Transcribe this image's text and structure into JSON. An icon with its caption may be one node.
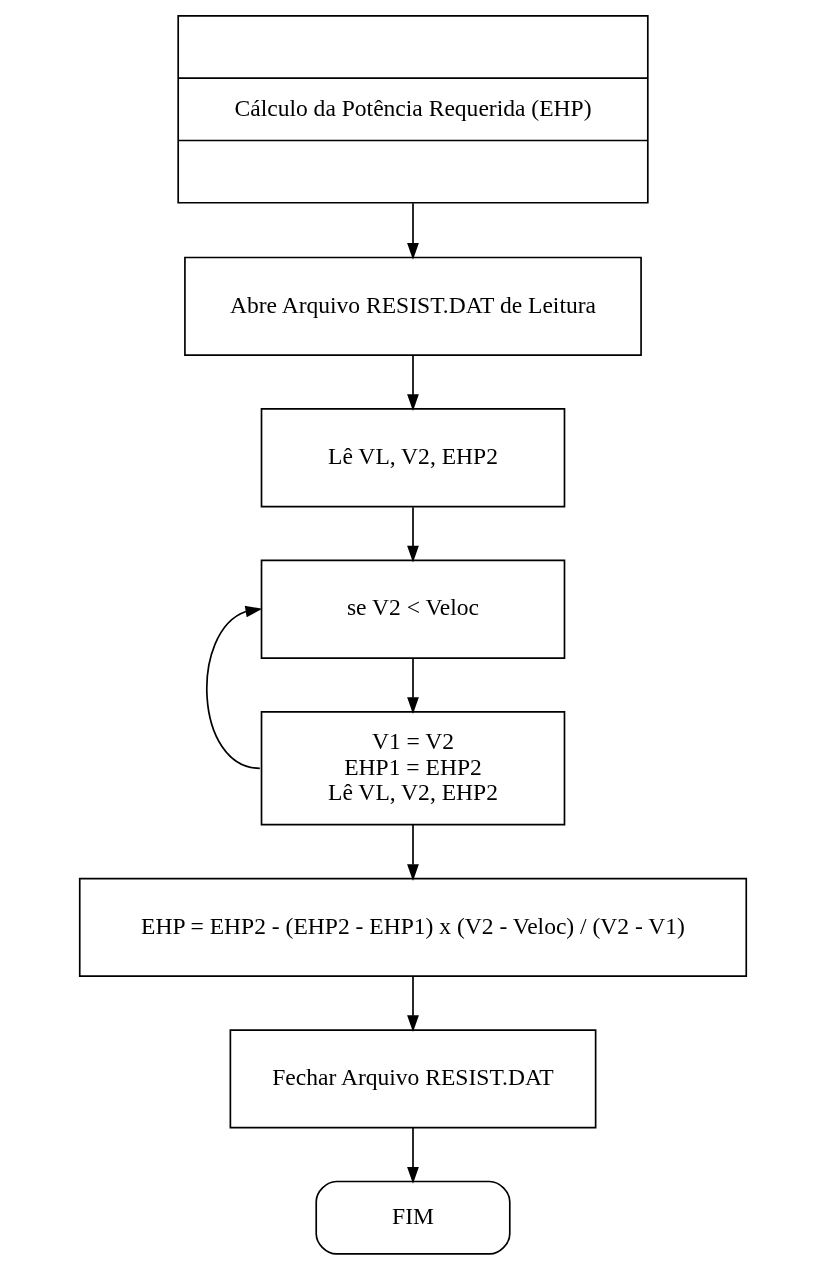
{
  "diagram": {
    "nodes": [
      {
        "text": [
          "Cálculo da Potência Requerida (EHP)"
        ]
      },
      {
        "text": [
          "Abre Arquivo RESIST.DAT de Leitura"
        ]
      },
      {
        "text": [
          "Lê VL, V2, EHP2"
        ]
      },
      {
        "text": [
          "se V2 < Veloc"
        ]
      },
      {
        "text": [
          "V1 = V2",
          "EHP1 = EHP2",
          "Lê VL, V2, EHP2"
        ]
      },
      {
        "text": [
          "EHP = EHP2 - (EHP2 - EHP1) x (V2 - Veloc) / (V2 - V1)"
        ]
      },
      {
        "text": [
          "Fechar Arquivo RESIST.DAT"
        ]
      },
      {
        "text": [
          "FIM"
        ]
      }
    ],
    "edges": [
      {
        "from": 0,
        "to": 1,
        "arrow": "to"
      },
      {
        "from": 1,
        "to": 2,
        "arrow": "to"
      },
      {
        "from": 2,
        "to": 3,
        "arrow": "to"
      },
      {
        "from": 3,
        "to": 4,
        "arrow": "to"
      },
      {
        "from": 4,
        "to": 3,
        "arrow": "to"
      },
      {
        "from": 4,
        "to": 5,
        "arrow": "to"
      },
      {
        "from": 5,
        "to": 6,
        "arrow": "to"
      },
      {
        "from": 6,
        "to": 7,
        "arrow": "to"
      }
    ]
  }
}
